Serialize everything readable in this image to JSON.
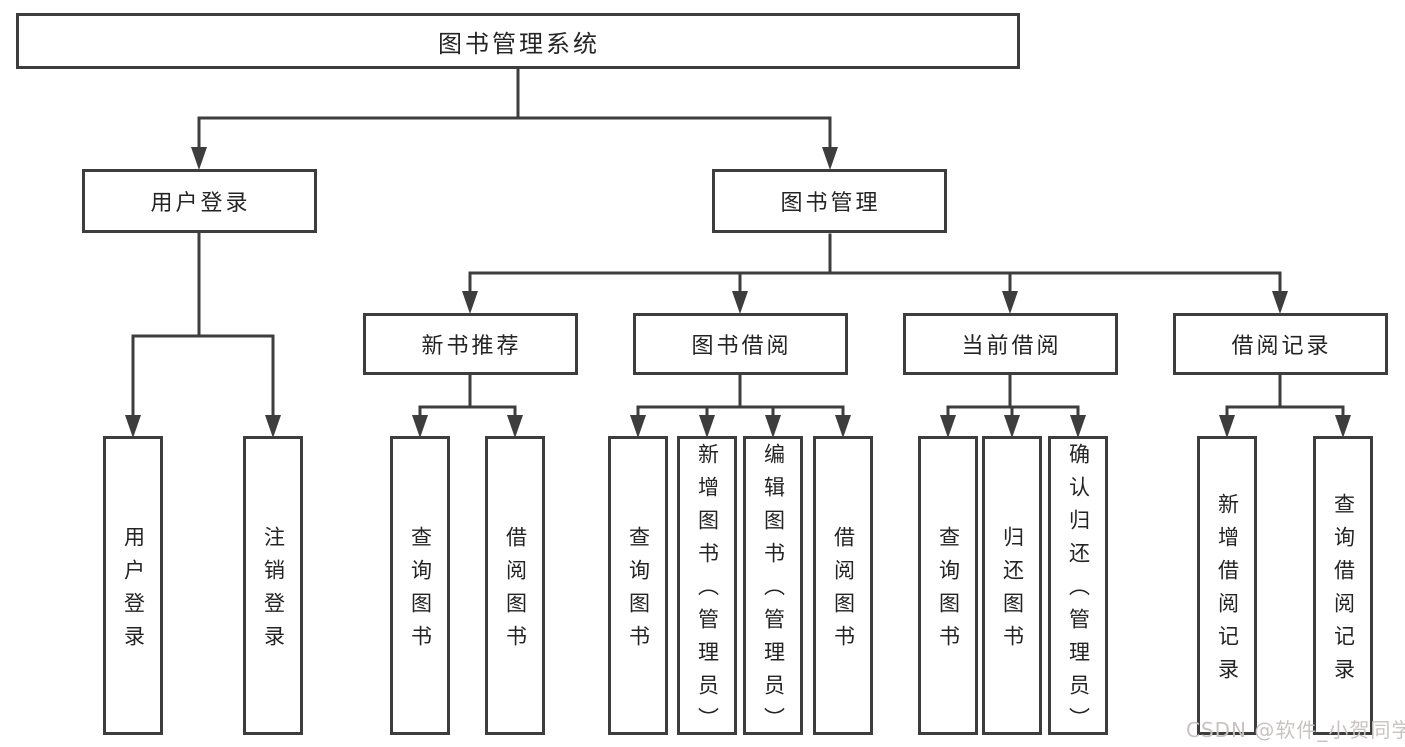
{
  "diagram": {
    "root": {
      "label": "图书管理系统",
      "children": [
        {
          "label": "用户登录",
          "children": [
            {
              "label": "用户登录"
            },
            {
              "label": "注销登录"
            }
          ]
        },
        {
          "label": "图书管理",
          "children": [
            {
              "label": "新书推荐",
              "children": [
                {
                  "label": "查询图书"
                },
                {
                  "label": "借阅图书"
                }
              ]
            },
            {
              "label": "图书借阅",
              "children": [
                {
                  "label": "查询图书"
                },
                {
                  "label": "新增图书（管理员）"
                },
                {
                  "label": "编辑图书（管理员）"
                },
                {
                  "label": "借阅图书"
                }
              ]
            },
            {
              "label": "当前借阅",
              "children": [
                {
                  "label": "查询图书"
                },
                {
                  "label": "归还图书"
                },
                {
                  "label": "确认归还（管理员）"
                }
              ]
            },
            {
              "label": "借阅记录",
              "children": [
                {
                  "label": "新增借阅记录"
                },
                {
                  "label": "查询借阅记录"
                }
              ]
            }
          ]
        }
      ]
    }
  },
  "watermark": {
    "text": "CSDN @软件_小贺同学"
  },
  "colors": {
    "line": "#3d3d3d",
    "text": "#242424",
    "watermark": "#c9c2c2",
    "background": "#ffffff"
  }
}
